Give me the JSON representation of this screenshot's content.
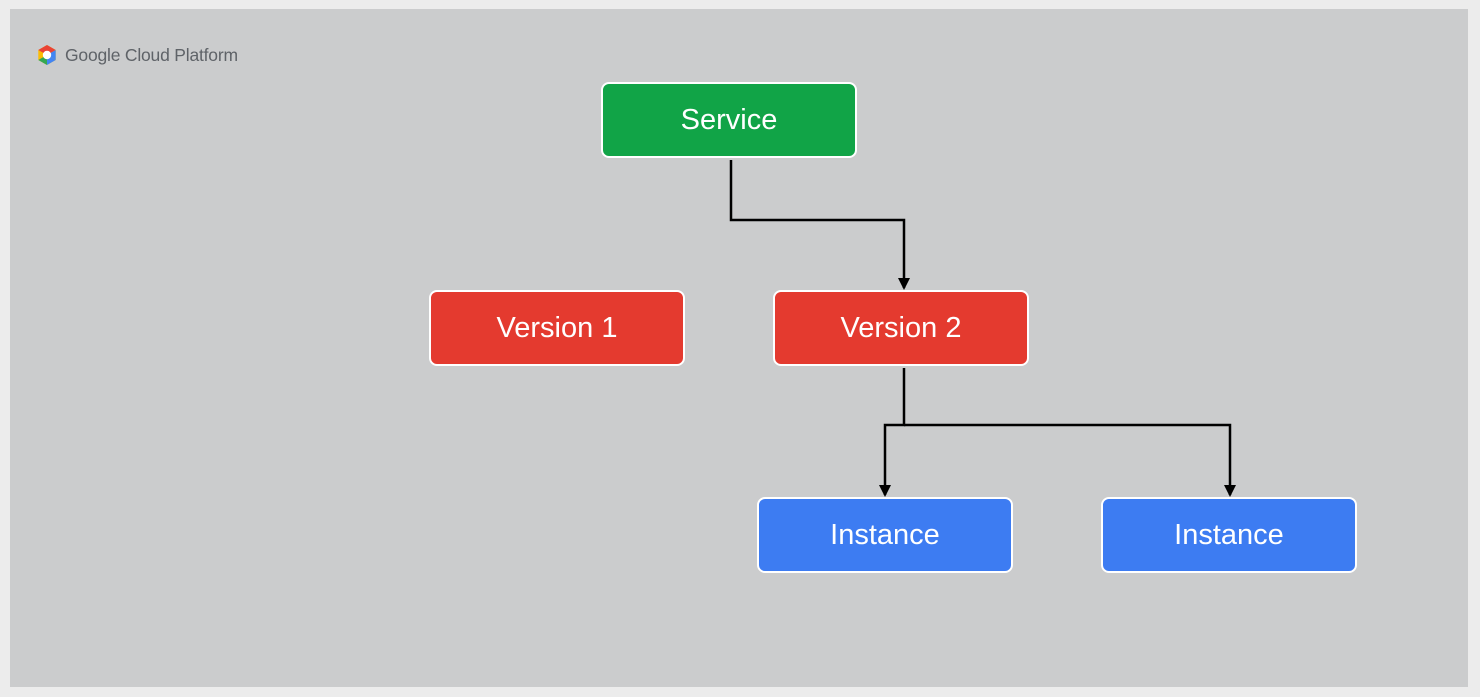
{
  "brand": {
    "name": "Google Cloud Platform",
    "icon": "google-cloud-logo-icon"
  },
  "nodes": {
    "service": {
      "label": "Service",
      "color": "#11a447"
    },
    "version1": {
      "label": "Version 1",
      "color": "#e43a2f"
    },
    "version2": {
      "label": "Version 2",
      "color": "#e43a2f"
    },
    "instance1": {
      "label": "Instance",
      "color": "#3d7cf2"
    },
    "instance2": {
      "label": "Instance",
      "color": "#3d7cf2"
    }
  },
  "edges": [
    {
      "from": "Service",
      "to": "Version 2"
    },
    {
      "from": "Version 2",
      "to": "Instance"
    },
    {
      "from": "Version 2",
      "to": "Instance"
    }
  ],
  "colors": {
    "background": "#cbcccd",
    "border": "#ececec",
    "connector": "#000000"
  }
}
